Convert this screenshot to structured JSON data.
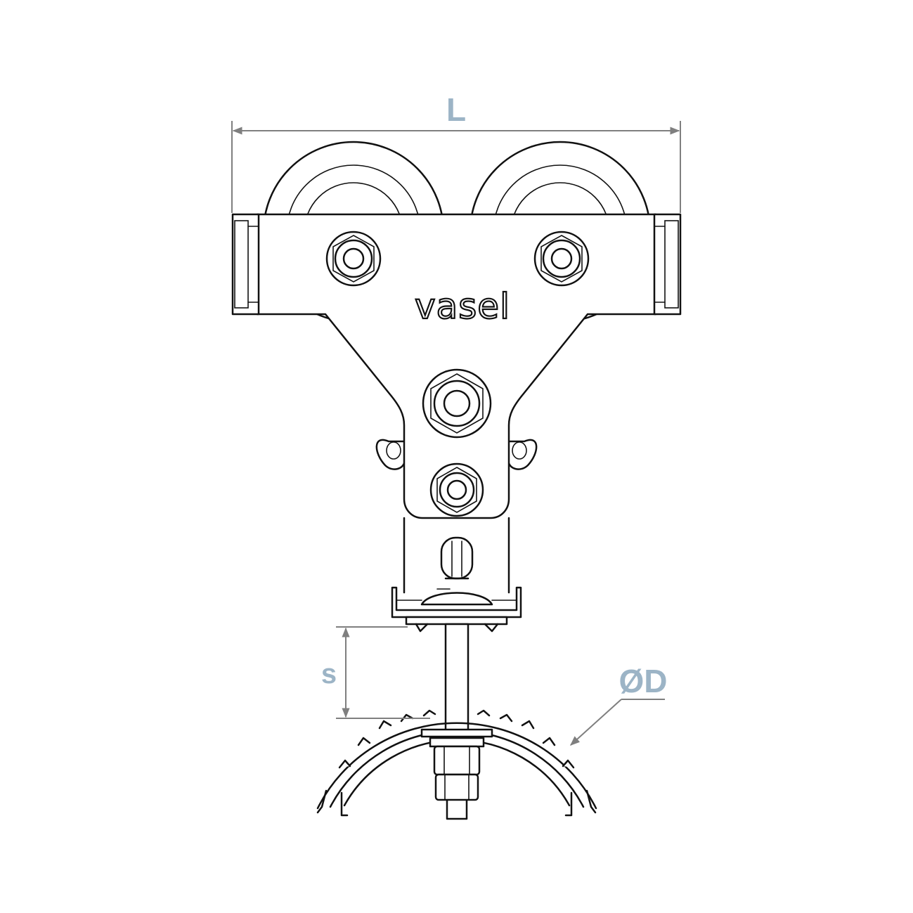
{
  "labels": {
    "length": "L",
    "spacing": "s",
    "diameter": "ØD",
    "brand": "vasel"
  },
  "colors": {
    "line": "#111111",
    "dimension_line": "#7f7f7f",
    "dimension_text": "#9cb4c6",
    "background": "#ffffff"
  }
}
